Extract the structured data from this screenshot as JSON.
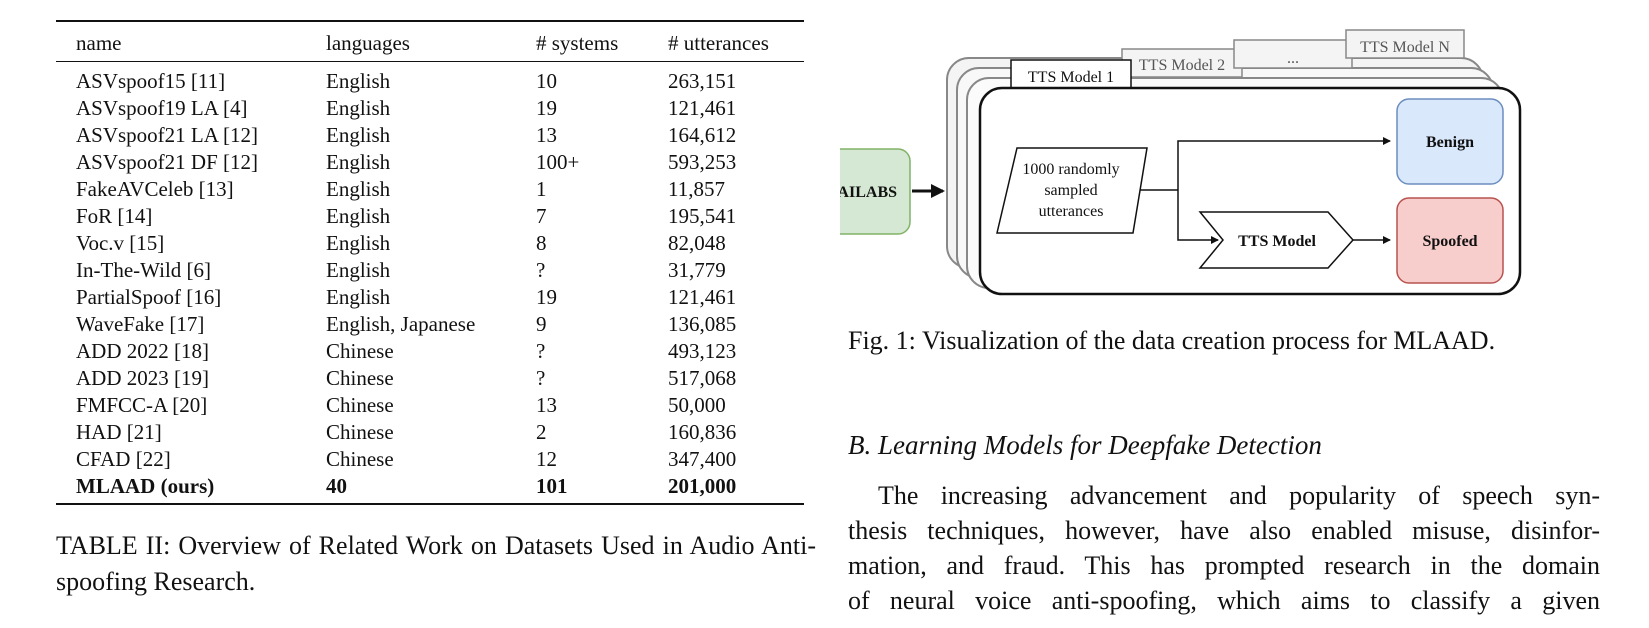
{
  "table": {
    "headers": [
      "name",
      "languages",
      "# systems",
      "# utterances"
    ],
    "rows": [
      [
        "ASVspoof15 [11]",
        "English",
        "10",
        "263,151"
      ],
      [
        "ASVspoof19 LA [4]",
        "English",
        "19",
        "121,461"
      ],
      [
        "ASVspoof21 LA [12]",
        "English",
        "13",
        "164,612"
      ],
      [
        "ASVspoof21 DF [12]",
        "English",
        "100+",
        "593,253"
      ],
      [
        "FakeAVCeleb [13]",
        "English",
        "1",
        "11,857"
      ],
      [
        "FoR [14]",
        "English",
        "7",
        "195,541"
      ],
      [
        "Voc.v [15]",
        "English",
        "8",
        "82,048"
      ],
      [
        "In-The-Wild [6]",
        "English",
        "?",
        "31,779"
      ],
      [
        "PartialSpoof [16]",
        "English",
        "19",
        "121,461"
      ],
      [
        "WaveFake [17]",
        "English, Japanese",
        "9",
        "136,085"
      ],
      [
        "ADD 2022 [18]",
        "Chinese",
        "?",
        "493,123"
      ],
      [
        "ADD 2023 [19]",
        "Chinese",
        "?",
        "517,068"
      ],
      [
        "FMFCC-A [20]",
        "Chinese",
        "13",
        "50,000"
      ],
      [
        "HAD [21]",
        "Chinese",
        "2",
        "160,836"
      ],
      [
        "CFAD [22]",
        "Chinese",
        "12",
        "347,400"
      ],
      [
        "MLAAD (ours)",
        "40",
        "101",
        "201,000"
      ]
    ],
    "caption": "TABLE II: Overview of Related Work on Datasets Used in Audio Anti-spoofing Research."
  },
  "figure": {
    "source_label": "M-AILABS",
    "tabs": [
      "TTS Model 1",
      "TTS Model 2",
      "...",
      "TTS Model N"
    ],
    "sample_line1": "1000 randomly",
    "sample_line2": "sampled",
    "sample_line3": "utterances",
    "tts_label": "TTS Model",
    "benign_label": "Benign",
    "spoofed_label": "Spoofed",
    "colors": {
      "source_fill": "#d5e8d4",
      "source_stroke": "#82b366",
      "benign_fill": "#dae8fc",
      "benign_stroke": "#6c8ebf",
      "spoofed_fill": "#f8cecc",
      "spoofed_stroke": "#b85450"
    },
    "caption": "Fig. 1: Visualization of the data creation process for MLAAD."
  },
  "section": {
    "heading": "B.  Learning Models for Deepfake Detection",
    "lines": [
      "The increasing advancement and popularity of speech syn-",
      "thesis techniques, however, have also enabled misuse, disinfor-",
      "mation, and fraud. This has prompted research in the domain",
      "of neural voice anti-spoofing, which aims to classify a given"
    ]
  }
}
